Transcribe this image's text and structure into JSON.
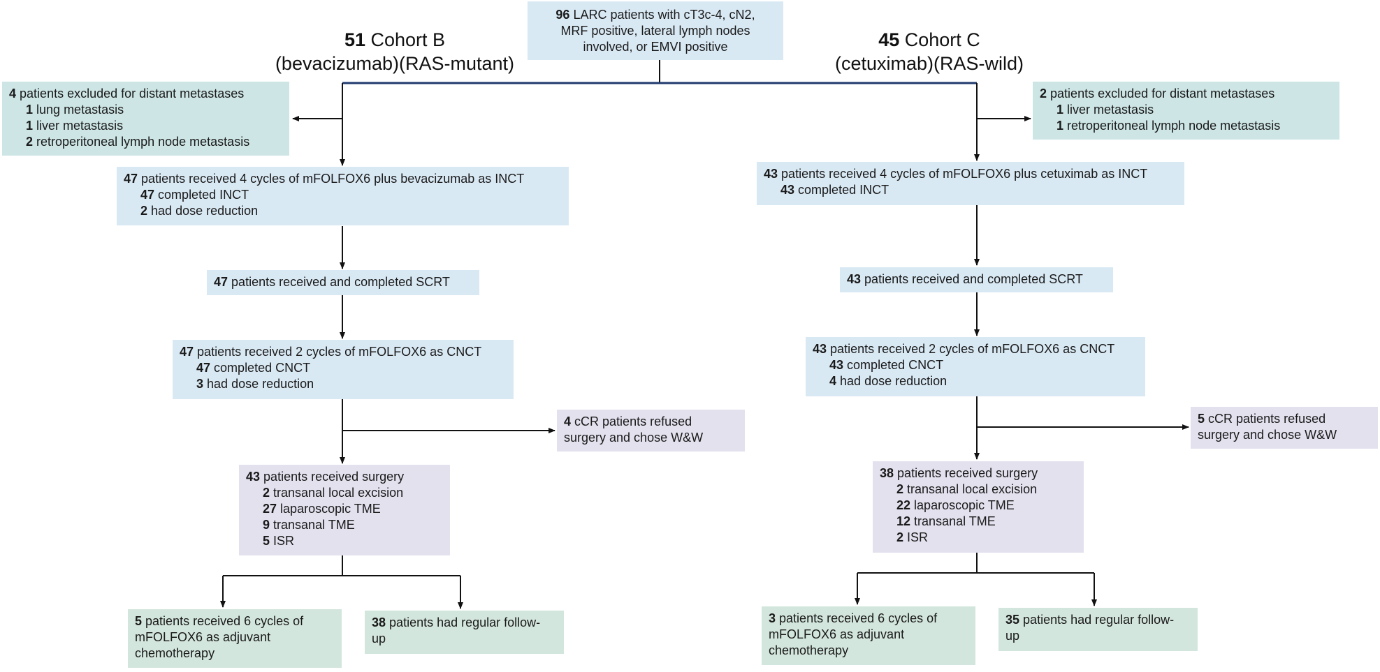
{
  "top": {
    "n": "96",
    "lines": [
      "LARC patients with cT3c-4, cN2,",
      "MRF positive, lateral lymph nodes",
      "involved, or EMVI positive"
    ]
  },
  "cohortB": {
    "n": "51",
    "title": "Cohort B",
    "subtitle": "(bevacizumab)(RAS-mutant)",
    "excluded": {
      "n": "4",
      "text": "patients excluded for distant metastases",
      "items": [
        {
          "n": "1",
          "text": "lung metastasis"
        },
        {
          "n": "1",
          "text": "liver metastasis"
        },
        {
          "n": "2",
          "text": "retroperitoneal lymph node metastasis"
        }
      ]
    },
    "inct": {
      "n": "47",
      "text": "patients received 4 cycles of mFOLFOX6 plus bevacizumab as INCT",
      "items": [
        {
          "n": "47",
          "text": "completed INCT"
        },
        {
          "n": "2",
          "text": "had dose reduction"
        }
      ]
    },
    "scrt": {
      "n": "47",
      "text": "patients received and completed SCRT"
    },
    "cnct": {
      "n": "47",
      "text": "patients received 2 cycles of mFOLFOX6 as CNCT",
      "items": [
        {
          "n": "47",
          "text": "completed CNCT"
        },
        {
          "n": "3",
          "text": "had dose reduction"
        }
      ]
    },
    "ww": {
      "n": "4",
      "text": "cCR patients refused",
      "text2": "surgery and chose W&W"
    },
    "surgery": {
      "n": "43",
      "text": "patients received surgery",
      "items": [
        {
          "n": "2",
          "text": "transanal local excision"
        },
        {
          "n": "27",
          "text": "laparoscopic TME"
        },
        {
          "n": "9",
          "text": "transanal TME"
        },
        {
          "n": "5",
          "text": "ISR"
        }
      ]
    },
    "adjuvant": {
      "n": "5",
      "text": "patients received 6 cycles of",
      "text2": "mFOLFOX6 as adjuvant",
      "text3": "chemotherapy"
    },
    "followup": {
      "n": "38",
      "text": "patients had regular follow-",
      "text2": "up"
    }
  },
  "cohortC": {
    "n": "45",
    "title": "Cohort C",
    "subtitle": "(cetuximab)(RAS-wild)",
    "excluded": {
      "n": "2",
      "text": "patients excluded for distant metastases",
      "items": [
        {
          "n": "1",
          "text": "liver metastasis"
        },
        {
          "n": "1",
          "text": "retroperitoneal lymph node metastasis"
        }
      ]
    },
    "inct": {
      "n": "43",
      "text": "patients received 4 cycles of mFOLFOX6 plus cetuximab as INCT",
      "items": [
        {
          "n": "43",
          "text": "completed INCT"
        }
      ]
    },
    "scrt": {
      "n": "43",
      "text": "patients received and completed SCRT"
    },
    "cnct": {
      "n": "43",
      "text": "patients received 2 cycles of mFOLFOX6 as CNCT",
      "items": [
        {
          "n": "43",
          "text": "completed CNCT"
        },
        {
          "n": "4",
          "text": "had dose reduction"
        }
      ]
    },
    "ww": {
      "n": "5",
      "text": "cCR patients refused",
      "text2": "surgery and chose W&W"
    },
    "surgery": {
      "n": "38",
      "text": "patients received surgery",
      "items": [
        {
          "n": "2",
          "text": "transanal local excision"
        },
        {
          "n": "22",
          "text": "laparoscopic TME"
        },
        {
          "n": "12",
          "text": "transanal TME"
        },
        {
          "n": "2",
          "text": "ISR"
        }
      ]
    },
    "adjuvant": {
      "n": "3",
      "text": "patients received 6 cycles of",
      "text2": "mFOLFOX6 as adjuvant",
      "text3": "chemotherapy"
    },
    "followup": {
      "n": "35",
      "text": "patients had regular follow-",
      "text2": "up"
    }
  },
  "colors": {
    "blue_box": "#d9e9f4",
    "teal_box": "#cde5e5",
    "purple_box": "#e3e1ee",
    "green_box": "#d3e6dd",
    "split_line": "#1f3a6e",
    "arrow": "#111111"
  }
}
